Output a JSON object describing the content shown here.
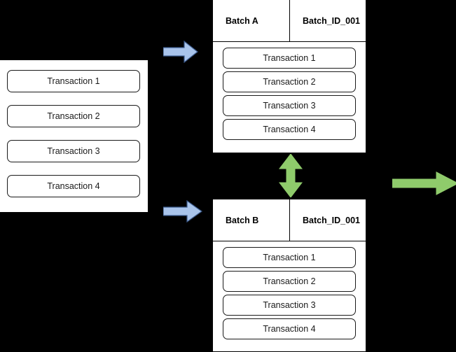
{
  "diagram": {
    "title": "Transaction batching and batch synchronization diagram",
    "background_color": "#000000",
    "panel_background": "#ffffff",
    "stroke_color": "#000000"
  },
  "source_panel": {
    "name": "source-transactions",
    "transactions": [
      {
        "label": "Transaction 1"
      },
      {
        "label": "Transaction 2"
      },
      {
        "label": "Transaction 3"
      },
      {
        "label": "Transaction 4"
      }
    ]
  },
  "batches": [
    {
      "key": "batch-a",
      "name_label": "Batch A",
      "id_label": "Batch_ID_001",
      "transactions": [
        {
          "label": "Transaction 1"
        },
        {
          "label": "Transaction 2"
        },
        {
          "label": "Transaction 3"
        },
        {
          "label": "Transaction 4"
        }
      ]
    },
    {
      "key": "batch-b",
      "name_label": "Batch B",
      "id_label": "Batch_ID_001",
      "transactions": [
        {
          "label": "Transaction 1"
        },
        {
          "label": "Transaction 2"
        },
        {
          "label": "Transaction 3"
        },
        {
          "label": "Transaction 4"
        }
      ]
    }
  ],
  "arrows": [
    {
      "key": "arrow-blue-top",
      "icon": "arrow-right-icon",
      "direction": "right",
      "fill": "#a9c4eb",
      "stroke": "#3b5a8c"
    },
    {
      "key": "arrow-blue-bottom",
      "icon": "arrow-right-icon",
      "direction": "right",
      "fill": "#a9c4eb",
      "stroke": "#3b5a8c"
    },
    {
      "key": "arrow-green-sync",
      "icon": "arrow-up-down-icon",
      "direction": "vertical-both",
      "fill": "#8fcb6b",
      "stroke": "#8fcb6b"
    },
    {
      "key": "arrow-green-out",
      "icon": "arrow-right-icon",
      "direction": "right",
      "fill": "#8fcb6b",
      "stroke": "#8fcb6b"
    }
  ]
}
